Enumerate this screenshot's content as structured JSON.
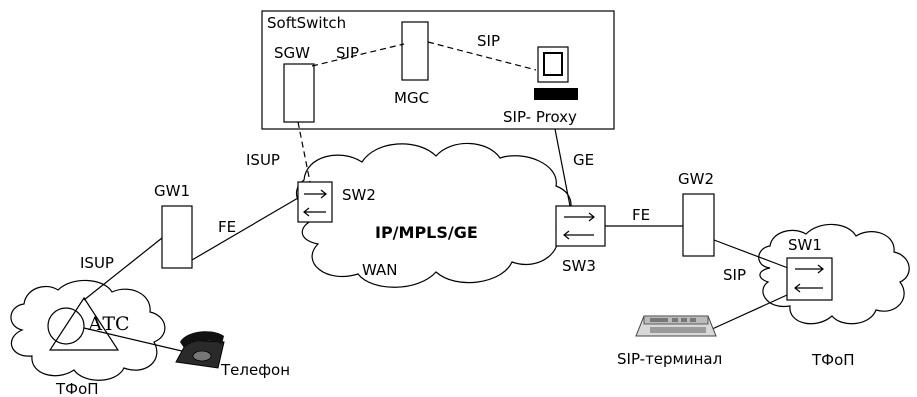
{
  "softswitch": {
    "title": "SoftSwitch",
    "sgw": "SGW",
    "sip_left": "SIP",
    "mgc": "MGC",
    "sip_right": "SIP",
    "sip_proxy": "SIP- Proxy"
  },
  "links": {
    "isup_to_sw2": "ISUP",
    "ge_to_sw3": "GE",
    "fe_gw1_sw2": "FE",
    "fe_sw3_gw2": "FE",
    "isup_to_gw1": "ISUP",
    "sip_gw2_sw1": "SIP"
  },
  "nodes": {
    "gw1": "GW1",
    "gw2": "GW2",
    "sw1": "SW1",
    "sw2": "SW2",
    "sw3": "SW3",
    "ats": "АТС",
    "telephone": "Телефон",
    "sip_terminal": "SIP-терминал"
  },
  "network": {
    "core": "IP/MPLS/GE",
    "wan": "WAN",
    "pstn_left": "ТФоП",
    "pstn_right": "ТФоП"
  },
  "icons": {
    "computer": "computer-icon",
    "telephone": "telephone-icon",
    "sip_terminal": "sip-terminal-icon"
  }
}
